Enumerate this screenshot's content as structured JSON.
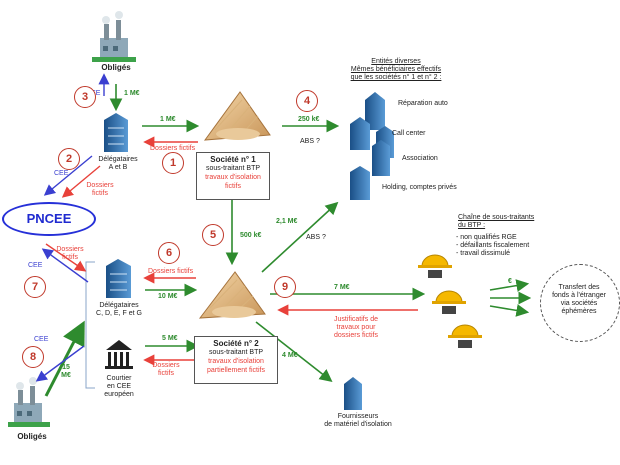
{
  "colors": {
    "green": "#2e8b2e",
    "red": "#e8413a",
    "blue": "#3a3fd0",
    "circle": "#c0392b",
    "blueBorder": "#2630d8"
  },
  "diagram": {
    "obliges_top": "Obligés",
    "obliges_bottom": "Obligés",
    "delegataires_ab": [
      "Délégataires",
      "A et B"
    ],
    "delegataires_cdefg": [
      "Délégataires",
      "C, D, E, F et G"
    ],
    "courtier": [
      "Courtier",
      "en CEE",
      "européen"
    ],
    "pncee": "PNCEE",
    "societe1": {
      "title": "Société n° 1",
      "sub": "sous-traitant BTP",
      "desc": [
        "travaux d'isolation",
        "fictifs"
      ]
    },
    "societe2": {
      "title": "Société n° 2",
      "sub": "sous-traitant BTP",
      "desc": [
        "travaux d'isolation",
        "partiellement fictifs"
      ]
    },
    "entites": {
      "title_lines": [
        "Entités diverses",
        "Mêmes bénéficiaires effectifs",
        "que les sociétés n° 1 et n° 2 :"
      ],
      "items": [
        "Réparation auto",
        "Call center",
        "Association",
        "Holding, comptes privés"
      ]
    },
    "chaine": {
      "title_lines": [
        "Chaîne de sous-traitants",
        "du BTP :"
      ],
      "items": [
        "- non qualifiés RGE",
        "- défaillants fiscalement",
        "- travail dissimulé"
      ]
    },
    "transfert": [
      "Transfert des",
      "fonds à l'étranger",
      "via sociétés",
      "éphémères"
    ],
    "fournisseurs": [
      "Fournisseurs",
      "de matériel d'isolation"
    ],
    "justificatifs": [
      "Justificatifs de",
      "travaux pour",
      "dossiers fictifs"
    ],
    "steps": [
      "1",
      "2",
      "3",
      "4",
      "5",
      "6",
      "7",
      "8",
      "9"
    ],
    "flows": {
      "m1_down": "1 M€",
      "m1_right": "1 M€",
      "k250": "250 k€",
      "abs1": "ABS ?",
      "m21": "2,1 M€",
      "abs2": "ABS ?",
      "k500": "500 k€",
      "m10": "10 M€",
      "m5": "5 M€",
      "m7": "7 M€",
      "m4": "4 M€",
      "m15": [
        "15",
        "M€"
      ],
      "euro": "€",
      "cee_top": "CEE",
      "cee_2": "CEE",
      "cee_7": "CEE",
      "cee_8": "CEE",
      "dossiers_fictifs": [
        "Dossiers fictifs"
      ],
      "dossiers_2": [
        "Dossiers",
        "fictifs"
      ],
      "dossiers_7": [
        "Dossiers",
        "fictifs"
      ],
      "dossiers_6": [
        "Dossiers fictifs"
      ],
      "dossiers_5": [
        "Dossiers",
        "fictifs"
      ]
    }
  }
}
